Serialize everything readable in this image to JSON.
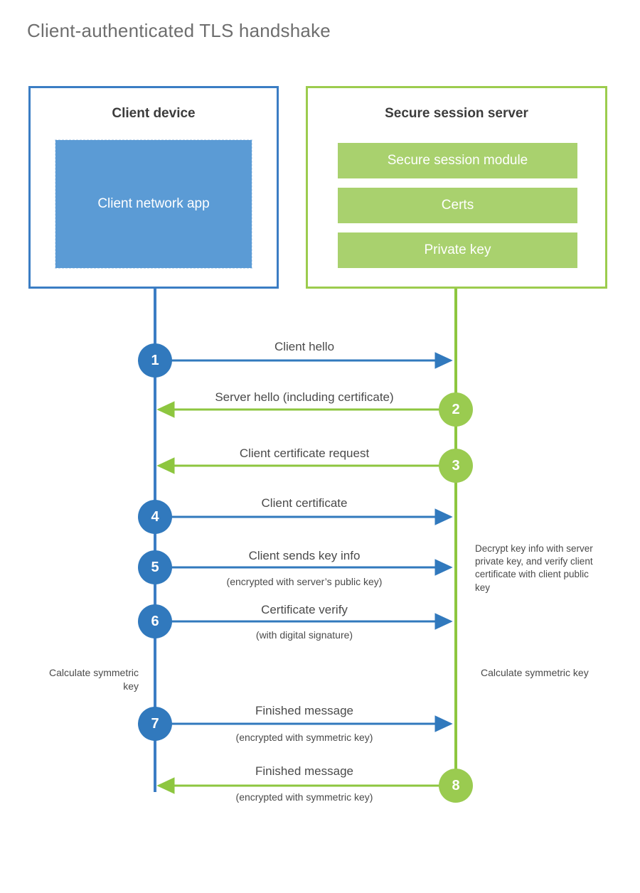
{
  "title": "Client-authenticated TLS handshake",
  "colors": {
    "client_blue": "#3b7dc4",
    "client_app_fill": "#5b9bd5",
    "server_green": "#9ccc4e",
    "server_bar_fill": "#a9d16e",
    "arrow_blue": "#3179bd",
    "arrow_green": "#8dc63f",
    "text_gray": "#4a4a4a",
    "title_gray": "#6e6e6e"
  },
  "client": {
    "title": "Client device",
    "app_label": "Client network app"
  },
  "server": {
    "title": "Secure session server",
    "components": [
      {
        "label": "Secure session module"
      },
      {
        "label": "Certs"
      },
      {
        "label": "Private key"
      }
    ]
  },
  "notes": {
    "server_decrypt": "Decrypt key info with server private key, and verify client certificate with client public key",
    "client_calc": "Calculate symmetric key",
    "server_calc": "Calculate symmetric key"
  },
  "steps": [
    {
      "number": "1",
      "label": "Client hello",
      "sub": "",
      "direction": "client-to-server",
      "origin": "client"
    },
    {
      "number": "2",
      "label": "Server hello (including certificate)",
      "sub": "",
      "direction": "server-to-client",
      "origin": "server"
    },
    {
      "number": "3",
      "label": "Client certificate request",
      "sub": "",
      "direction": "server-to-client",
      "origin": "server"
    },
    {
      "number": "4",
      "label": "Client certificate",
      "sub": "",
      "direction": "client-to-server",
      "origin": "client"
    },
    {
      "number": "5",
      "label": "Client sends key info",
      "sub": "(encrypted with server’s public key)",
      "direction": "client-to-server",
      "origin": "client"
    },
    {
      "number": "6",
      "label": "Certificate verify",
      "sub": "(with digital signature)",
      "direction": "client-to-server",
      "origin": "client"
    },
    {
      "number": "7",
      "label": "Finished message",
      "sub": "(encrypted with symmetric key)",
      "direction": "client-to-server",
      "origin": "client"
    },
    {
      "number": "8",
      "label": "Finished message",
      "sub": "(encrypted with symmetric key)",
      "direction": "server-to-client",
      "origin": "server"
    }
  ]
}
